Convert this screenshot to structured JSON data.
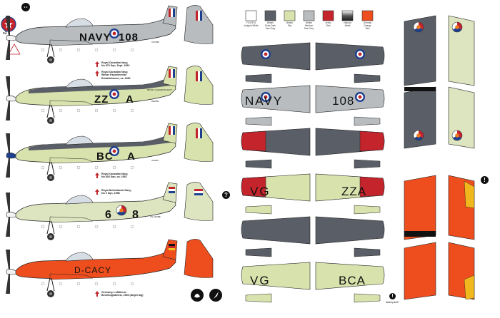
{
  "palette": {
    "colors": [
      "#ffffff",
      "#5a5e66",
      "#d8e2ad",
      "#b8bcbf",
      "#c4242c",
      "gradient-metal",
      "#ee4e1e"
    ],
    "swatches": [
      {
        "l1": "FS37875",
        "l2": "Insignia White",
        "l3": ""
      },
      {
        "l1": "British",
        "l2": "Extra Dark",
        "l3": "Sea Grey"
      },
      {
        "l1": "British",
        "l2": "Sky",
        "l3": ""
      },
      {
        "l1": "British",
        "l2": "Medium",
        "l3": "Sea Grey"
      },
      {
        "l1": "Arctic",
        "l2": "Red",
        "l3": ""
      },
      {
        "l1": "Natural",
        "l2": "Metal",
        "l3": ""
      },
      {
        "l1": "German",
        "l2": "Orange",
        "l3": "Red"
      }
    ]
  },
  "aircraft": [
    {
      "code_left": "NAVY",
      "code_right": "108",
      "body_color": "#b8bcbf",
      "fin_color": "#b8bcbf",
      "caption": [
        "Royal Canadian Navy,",
        "No 870 Sqn, Sept. 1952"
      ]
    },
    {
      "code_left": "ZZ",
      "code_right": "A",
      "body_color": "#d8e2ad",
      "fin_color": "#d8e2ad",
      "caption": [
        "Royal Canadian Navy,",
        "Winter Experimental",
        "Establishment, ca. 1950"
      ]
    },
    {
      "code_left": "BC",
      "code_right": "A",
      "body_color": "#d8e2ad",
      "fin_color": "#d8e2ad",
      "caption": [
        "Royal Canadian Navy,",
        "No 803 Sqn, ca. 1952"
      ]
    },
    {
      "code_left": "6",
      "code_right": "8",
      "body_color": "#dde4c0",
      "fin_color": "#dde4c0",
      "caption": [
        "Royal Netherlands Navy,",
        "No 3 Sqn, 1958"
      ]
    },
    {
      "code_left": "D-CACY",
      "code_right": "",
      "body_color": "#ee4e1e",
      "fin_color": "#ee4e1e",
      "caption": [
        "Germany, Luftdienst",
        "Berufungsdienst, 1966 (target tug)"
      ]
    }
  ],
  "wing_codes": {
    "navy_left": "NAVY",
    "navy_right": "108",
    "vg_left_1": "VG",
    "zza_right": "ZZA",
    "vg_left_2": "VG",
    "bca_right": "BCA"
  },
  "stencils": {
    "royal_canadian_navy": "ROYAL CANADIAN NAVY",
    "serial_1": "WG565",
    "serial_2": "VX7380",
    "serial_3": "VW240",
    "serial_4": "TG-110/BE"
  },
  "badges": {
    "x2": "x2",
    "question": "?",
    "exclaim": "!",
    "note": "faded paint?"
  }
}
